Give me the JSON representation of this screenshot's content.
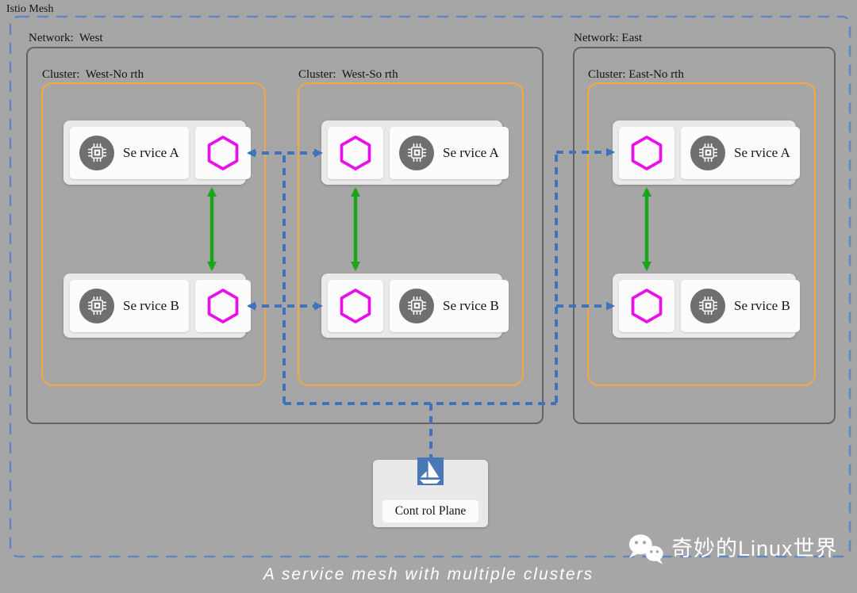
{
  "colors": {
    "bg": "#a6a6a6",
    "mesh_border": "#6286c3",
    "network_border": "#646464",
    "cluster_border": "#f5a742",
    "group_bg": "#e9e9e9",
    "box_bg": "#fcfcfc",
    "text": "#141414",
    "service_icon": "#6f6f6f",
    "proxy_magenta": "#ea0fea",
    "arrow_green": "#1ba51b",
    "arrow_blue": "#3f74ba",
    "logo_blue": "#4a77b5",
    "caption_text": "#ffffff"
  },
  "mesh": {
    "label": "Istio Mesh"
  },
  "networks": [
    {
      "label": "Network:  West"
    },
    {
      "label": "Network: East"
    }
  ],
  "clusters": [
    {
      "label": "Cluster:  West-No rth",
      "services": [
        {
          "label": "Se rvice A"
        },
        {
          "label": "Se rvice B"
        }
      ]
    },
    {
      "label": "Cluster:  West-So rth",
      "services": [
        {
          "label": "Se rvice A"
        },
        {
          "label": "Se rvice B"
        }
      ]
    },
    {
      "label": "Cluster: East-No rth",
      "services": [
        {
          "label": "Se rvice A"
        },
        {
          "label": "Se rvice B"
        }
      ]
    }
  ],
  "control_plane": {
    "label": "Cont rol Plane"
  },
  "caption": "A service mesh with multiple clusters",
  "watermark": {
    "text": "奇妙的Linux世界"
  },
  "icons": {
    "service": "cpu-chip-icon",
    "proxy": "envoy-hexagon-icon",
    "control_plane": "istio-sailboat-icon",
    "watermark": "wechat-icon"
  }
}
